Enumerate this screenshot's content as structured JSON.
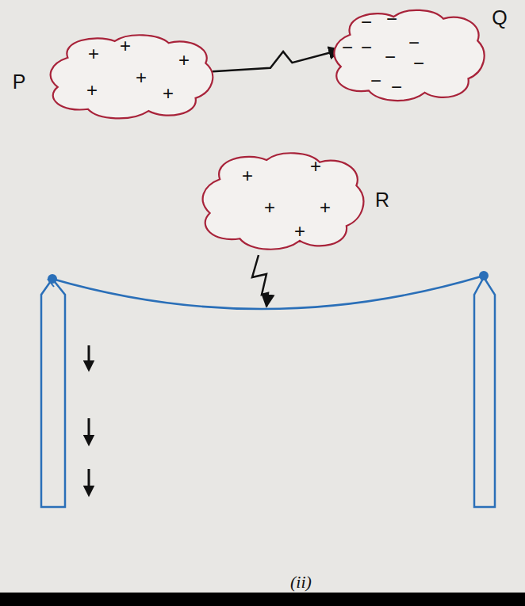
{
  "diagram": {
    "caption": "(ii)",
    "nodes": [
      {
        "text": [
          "P",
          "+",
          "+",
          "+",
          "+",
          "+",
          "+"
        ]
      },
      {
        "text": [
          "Q",
          "−",
          "−",
          "−",
          "−",
          "−",
          "−",
          "−",
          "−",
          "−"
        ]
      },
      {
        "text": [
          "R",
          "+",
          "+",
          "+",
          "+",
          "+"
        ]
      }
    ],
    "edges": [
      {
        "from": 0,
        "to": 1,
        "arrow": "to"
      }
    ]
  }
}
